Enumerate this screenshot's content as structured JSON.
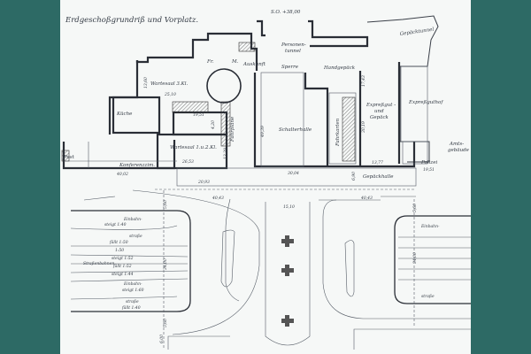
{
  "title": "Erdgeschoßgrundriß und Vorplatz.",
  "colors": {
    "background": "#2d6a65",
    "paper": "#f6f8f7",
    "ink": "#2a2e36"
  },
  "rooms": {
    "elevation": "S.O. +38,00",
    "personentunnel_1": "Personen-",
    "personentunnel_2": "tunnel",
    "gepaecktunnel": "Gepäcktunnel",
    "frauen": "Fr.",
    "maenner": "M.",
    "auskunft": "Auskunft",
    "sperre": "Sperre",
    "handgepaeck": "Handgepäck",
    "wartesaal3": "Wartesaal 3.Kl.",
    "kueche": "Küche",
    "fahrplaene": "Fahrpläne",
    "schalterhalle": "Schalterhalle",
    "fahrkarten": "Fahrkarten",
    "expressgut_1": "Expreßgut -",
    "expressgut_2": "und",
    "expressgut_3": "Gepäck",
    "expressguthof": "Expreßguthof",
    "wartesaal12": "Wartesaal 1.u.2.Kl.",
    "post": "Post",
    "konferenz": "Konferenzzim.",
    "amts_1": "Amts-",
    "amts_2": "gebäude",
    "polizei": "Polizei",
    "gepaeckhalle": "Gepäckhalle"
  },
  "dimensions": {
    "d_25_10": "25,10",
    "d_13_60": "13,60",
    "d_19_51a": "19,51",
    "d_4_20": "4,20",
    "d_49_39": "49,39",
    "d_13_29": "13,29",
    "d_26_53": "26,53",
    "d_17_43": "17,43",
    "d_30_19": "30,19",
    "d_13_77": "13,77",
    "d_19_51b": "19,51",
    "d_40_02": "40,02",
    "d_20_93": "20,93",
    "d_30_04": "30,04",
    "d_6_90": "6,90",
    "d_40_43a": "40,43",
    "d_40_43b": "40,43",
    "d_15_10": "15,10",
    "d_5_60a": "5,60",
    "d_5_60b": "5,60",
    "d_6_00": "6,00",
    "d_34_00a": "34,00",
    "d_34_00b": "34,00",
    "d_5_60c": "5,60"
  },
  "forecourt": {
    "left_1": "Einbahn-",
    "left_2": "steigt 1:40",
    "left_3": "straße",
    "left_4": "fällt 1:50",
    "left_5": "1:50",
    "left_6": "steigt 1:52",
    "tram": "Straßenbahnen",
    "left_7": "fällt 1:52",
    "left_8": "steigt 1:44",
    "left_9": "Einbahn-",
    "left_10": "steigt 1:60",
    "left_11": "straße",
    "left_12": "fällt 1:40",
    "right_1": "Einbahn-",
    "right_2": "straße"
  }
}
